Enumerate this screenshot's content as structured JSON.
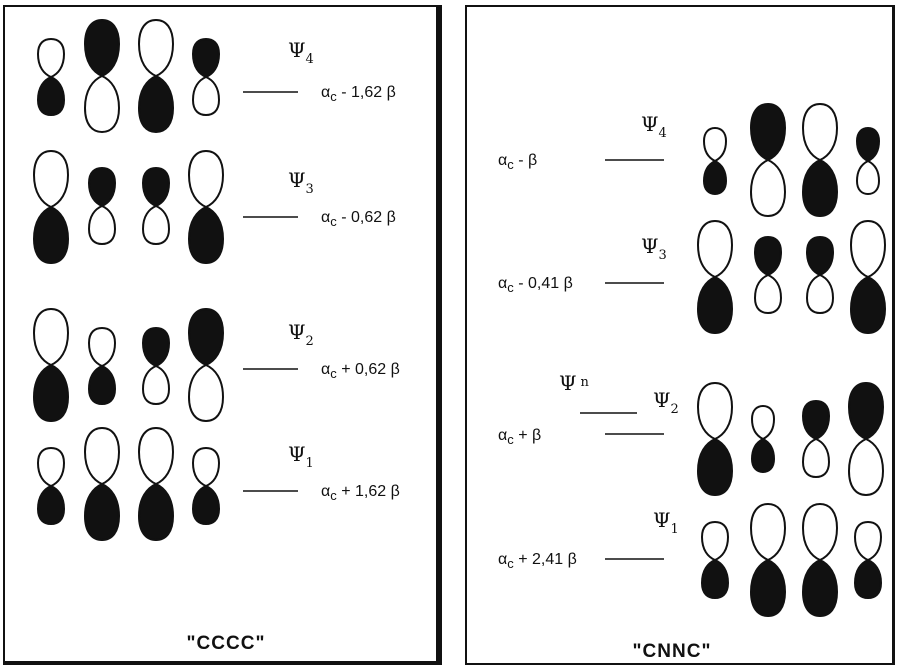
{
  "left_panel": {
    "title": "\"CCCC\"",
    "levels": [
      {
        "psi": "Ψ",
        "psi_sub": "4",
        "energy_base": "α",
        "energy_sub": "c",
        "energy_rest": " - 1,62 ",
        "energy_beta": "β"
      },
      {
        "psi": "Ψ",
        "psi_sub": "3",
        "energy_base": "α",
        "energy_sub": "c",
        "energy_rest": " - 0,62 ",
        "energy_beta": "β"
      },
      {
        "psi": "Ψ",
        "psi_sub": "2",
        "energy_base": "α",
        "energy_sub": "c",
        "energy_rest": " + 0,62 ",
        "energy_beta": "β"
      },
      {
        "psi": "Ψ",
        "psi_sub": "1",
        "energy_base": "α",
        "energy_sub": "c",
        "energy_rest": " + 1,62 ",
        "energy_beta": "β"
      }
    ]
  },
  "right_panel": {
    "title": "\"CNNC\"",
    "levels": [
      {
        "psi": "Ψ",
        "psi_sub": "4",
        "energy_base": "α",
        "energy_sub": "c",
        "energy_rest": " - ",
        "energy_beta": "β"
      },
      {
        "psi": "Ψ",
        "psi_sub": "3",
        "energy_base": "α",
        "energy_sub": "c",
        "energy_rest": " - 0,41 ",
        "energy_beta": "β"
      },
      {
        "psi": "Ψ",
        "psi_sub": "2",
        "energy_base": "α",
        "energy_sub": "c",
        "energy_rest": " + ",
        "energy_beta": "β"
      },
      {
        "psi": "Ψ",
        "psi_sub": "1",
        "energy_base": "α",
        "energy_sub": "c",
        "energy_rest": " + 2,41 ",
        "energy_beta": "β"
      }
    ],
    "nonbonding": {
      "psi": "Ψ",
      "psi_sub": "n"
    }
  },
  "colors": {
    "ink": "#111111",
    "background": "#ffffff"
  }
}
